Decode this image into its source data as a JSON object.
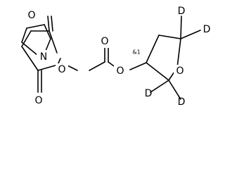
{
  "atoms": {
    "ketone_oxygen_top": "O",
    "imide_nitrogen": "N",
    "ketone_oxygen_bottom": "O",
    "n_linked_oxygen": "O",
    "carbonate_carbonyl_oxygen": "O",
    "carbonate_ester_oxygen": "O",
    "ring_oxygen": "O",
    "deuterium_top_left": "D",
    "deuterium_top_right": "D",
    "deuterium_bottom_left": "D",
    "deuterium_bottom_right": "D"
  },
  "stereo_marker": "&1"
}
